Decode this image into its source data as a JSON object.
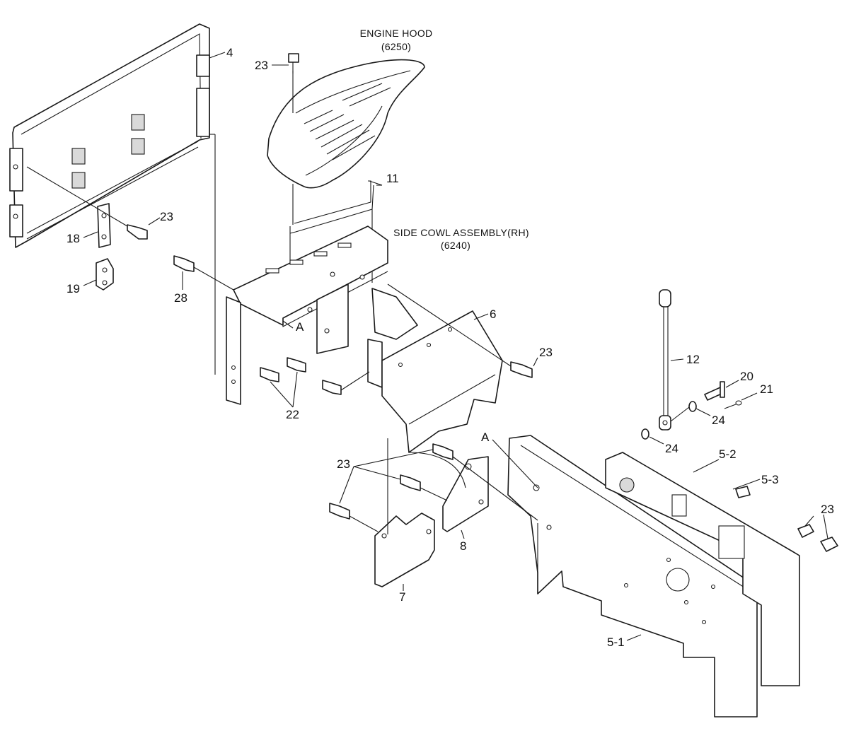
{
  "titles": {
    "engine_hood": "ENGINE HOOD",
    "engine_hood_code": "(6250)",
    "side_cowl": "SIDE COWL ASSEMBLY(RH)",
    "side_cowl_code": "(6240)"
  },
  "callouts": {
    "c4": "4",
    "c23_hood": "23",
    "c11": "11",
    "c23_door": "23",
    "c18": "18",
    "c19": "19",
    "c28": "28",
    "c_a1": "A",
    "c6": "6",
    "c23_right": "23",
    "c22": "22",
    "c12": "12",
    "c20": "20",
    "c21": "21",
    "c24a": "24",
    "c24b": "24",
    "c_a2": "A",
    "c5_2": "5-2",
    "c5_3": "5-3",
    "c23_lower": "23",
    "c23_far": "23",
    "c8": "8",
    "c7": "7",
    "c5_1": "5-1"
  }
}
